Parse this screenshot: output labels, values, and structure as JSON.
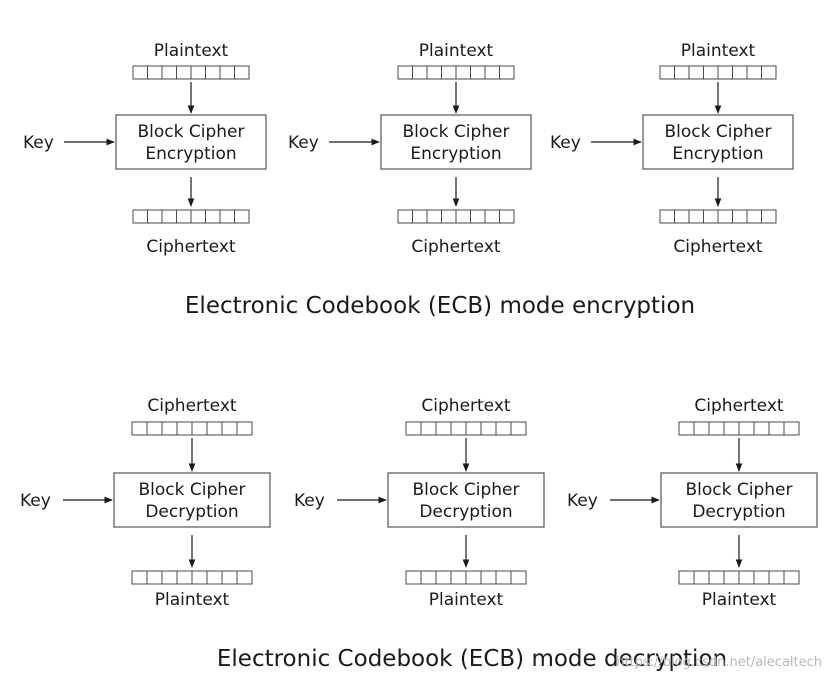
{
  "encryption": {
    "caption": "Electronic Codebook (ECB) mode encryption",
    "units": [
      {
        "input_label": "Plaintext",
        "key_label": "Key",
        "box_line1": "Block Cipher",
        "box_line2": "Encryption",
        "output_label": "Ciphertext"
      },
      {
        "input_label": "Plaintext",
        "key_label": "Key",
        "box_line1": "Block Cipher",
        "box_line2": "Encryption",
        "output_label": "Ciphertext"
      },
      {
        "input_label": "Plaintext",
        "key_label": "Key",
        "box_line1": "Block Cipher",
        "box_line2": "Encryption",
        "output_label": "Ciphertext"
      }
    ]
  },
  "decryption": {
    "caption": "Electronic Codebook (ECB) mode decryption",
    "units": [
      {
        "input_label": "Ciphertext",
        "key_label": "Key",
        "box_line1": "Block Cipher",
        "box_line2": "Decryption",
        "output_label": "Plaintext"
      },
      {
        "input_label": "Ciphertext",
        "key_label": "Key",
        "box_line1": "Block Cipher",
        "box_line2": "Decryption",
        "output_label": "Plaintext"
      },
      {
        "input_label": "Ciphertext",
        "key_label": "Key",
        "box_line1": "Block Cipher",
        "box_line2": "Decryption",
        "output_label": "Plaintext"
      }
    ]
  },
  "block_cells": 8,
  "watermark": "https://blog.csdn.net/alecaltech"
}
